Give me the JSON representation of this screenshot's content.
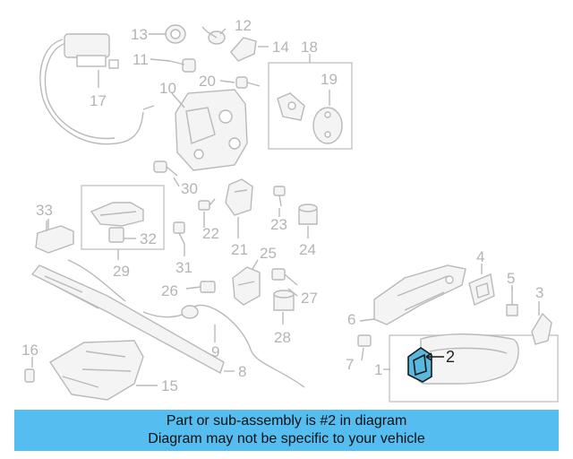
{
  "callouts": [
    "1",
    "2",
    "3",
    "4",
    "5",
    "6",
    "7",
    "8",
    "9",
    "10",
    "11",
    "12",
    "13",
    "14",
    "15",
    "16",
    "17",
    "18",
    "19",
    "20",
    "21",
    "22",
    "23",
    "24",
    "25",
    "26",
    "27",
    "28",
    "29",
    "30",
    "31",
    "32",
    "33"
  ],
  "highlighted_callout": "2",
  "colors": {
    "banner_bg": "#55bdf0",
    "highlight_fill": "#5ab7de",
    "line_art": "#b9b9b9"
  },
  "banner": {
    "line1": "Part or sub-assembly is #2 in diagram",
    "line2": "Diagram may not be specific to your vehicle"
  }
}
